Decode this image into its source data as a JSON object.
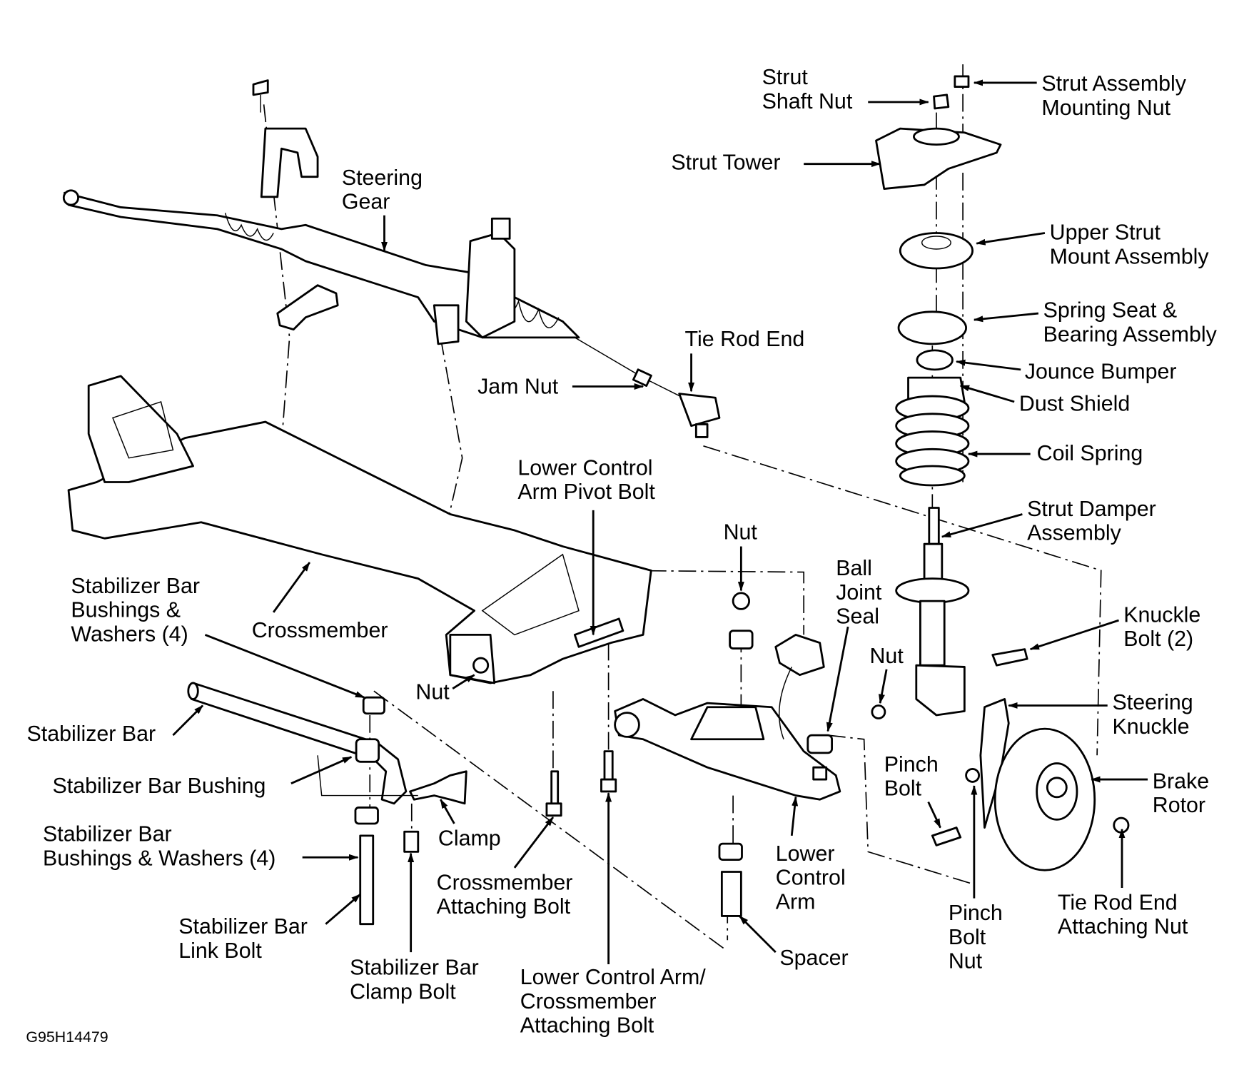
{
  "figure_code": "G95H14479",
  "colors": {
    "ink": "#000000",
    "background": "#ffffff"
  },
  "labels": [
    {
      "id": "strut-shaft-nut",
      "lines": [
        "Strut",
        "Shaft Nut"
      ]
    },
    {
      "id": "strut-assembly-mounting-nut",
      "lines": [
        "Strut Assembly",
        "Mounting Nut"
      ]
    },
    {
      "id": "strut-tower",
      "lines": [
        "Strut Tower"
      ]
    },
    {
      "id": "upper-strut-mount-assembly",
      "lines": [
        "Upper Strut",
        "Mount Assembly"
      ]
    },
    {
      "id": "spring-seat-bearing-assembly",
      "lines": [
        "Spring Seat &",
        "Bearing Assembly"
      ]
    },
    {
      "id": "jounce-bumper",
      "lines": [
        "Jounce Bumper"
      ]
    },
    {
      "id": "dust-shield",
      "lines": [
        "Dust Shield"
      ]
    },
    {
      "id": "coil-spring",
      "lines": [
        "Coil Spring"
      ]
    },
    {
      "id": "strut-damper-assembly",
      "lines": [
        "Strut Damper",
        "Assembly"
      ]
    },
    {
      "id": "knuckle-bolt",
      "lines": [
        "Knuckle",
        "Bolt (2)"
      ]
    },
    {
      "id": "steering-knuckle",
      "lines": [
        "Steering",
        "Knuckle"
      ]
    },
    {
      "id": "brake-rotor",
      "lines": [
        "Brake",
        "Rotor"
      ]
    },
    {
      "id": "tie-rod-end-attaching-nut",
      "lines": [
        "Tie Rod End",
        "Attaching Nut"
      ]
    },
    {
      "id": "pinch-bolt-nut",
      "lines": [
        "Pinch",
        "Bolt",
        "Nut"
      ]
    },
    {
      "id": "pinch-bolt",
      "lines": [
        "Pinch",
        "Bolt"
      ]
    },
    {
      "id": "nut-knuckle",
      "lines": [
        "Nut"
      ]
    },
    {
      "id": "ball-joint-seal",
      "lines": [
        "Ball",
        "Joint",
        "Seal"
      ]
    },
    {
      "id": "nut-arm",
      "lines": [
        "Nut"
      ]
    },
    {
      "id": "lower-control-arm-pivot-bolt",
      "lines": [
        "Lower Control",
        "Arm Pivot Bolt"
      ]
    },
    {
      "id": "tie-rod-end",
      "lines": [
        "Tie Rod End"
      ]
    },
    {
      "id": "jam-nut",
      "lines": [
        "Jam Nut"
      ]
    },
    {
      "id": "steering-gear",
      "lines": [
        "Steering",
        "Gear"
      ]
    },
    {
      "id": "crossmember",
      "lines": [
        "Crossmember"
      ]
    },
    {
      "id": "stabilizer-bar-bushings-washers-upper",
      "lines": [
        "Stabilizer Bar",
        "Bushings &",
        "Washers (4)"
      ]
    },
    {
      "id": "nut-crossmember",
      "lines": [
        "Nut"
      ]
    },
    {
      "id": "stabilizer-bar",
      "lines": [
        "Stabilizer Bar"
      ]
    },
    {
      "id": "stabilizer-bar-bushing",
      "lines": [
        "Stabilizer Bar Bushing"
      ]
    },
    {
      "id": "stabilizer-bar-bushings-washers-lower",
      "lines": [
        "Stabilizer Bar",
        "Bushings & Washers (4)"
      ]
    },
    {
      "id": "clamp",
      "lines": [
        "Clamp"
      ]
    },
    {
      "id": "stabilizer-bar-link-bolt",
      "lines": [
        "Stabilizer Bar",
        "Link Bolt"
      ]
    },
    {
      "id": "stabilizer-bar-clamp-bolt",
      "lines": [
        "Stabilizer Bar",
        "Clamp Bolt"
      ]
    },
    {
      "id": "crossmember-attaching-bolt",
      "lines": [
        "Crossmember",
        "Attaching Bolt"
      ]
    },
    {
      "id": "lower-control-arm-crossmember-attaching-bolt",
      "lines": [
        "Lower Control Arm/",
        "Crossmember",
        "Attaching Bolt"
      ]
    },
    {
      "id": "lower-control-arm",
      "lines": [
        "Lower",
        "Control",
        "Arm"
      ]
    },
    {
      "id": "spacer",
      "lines": [
        "Spacer"
      ]
    }
  ]
}
